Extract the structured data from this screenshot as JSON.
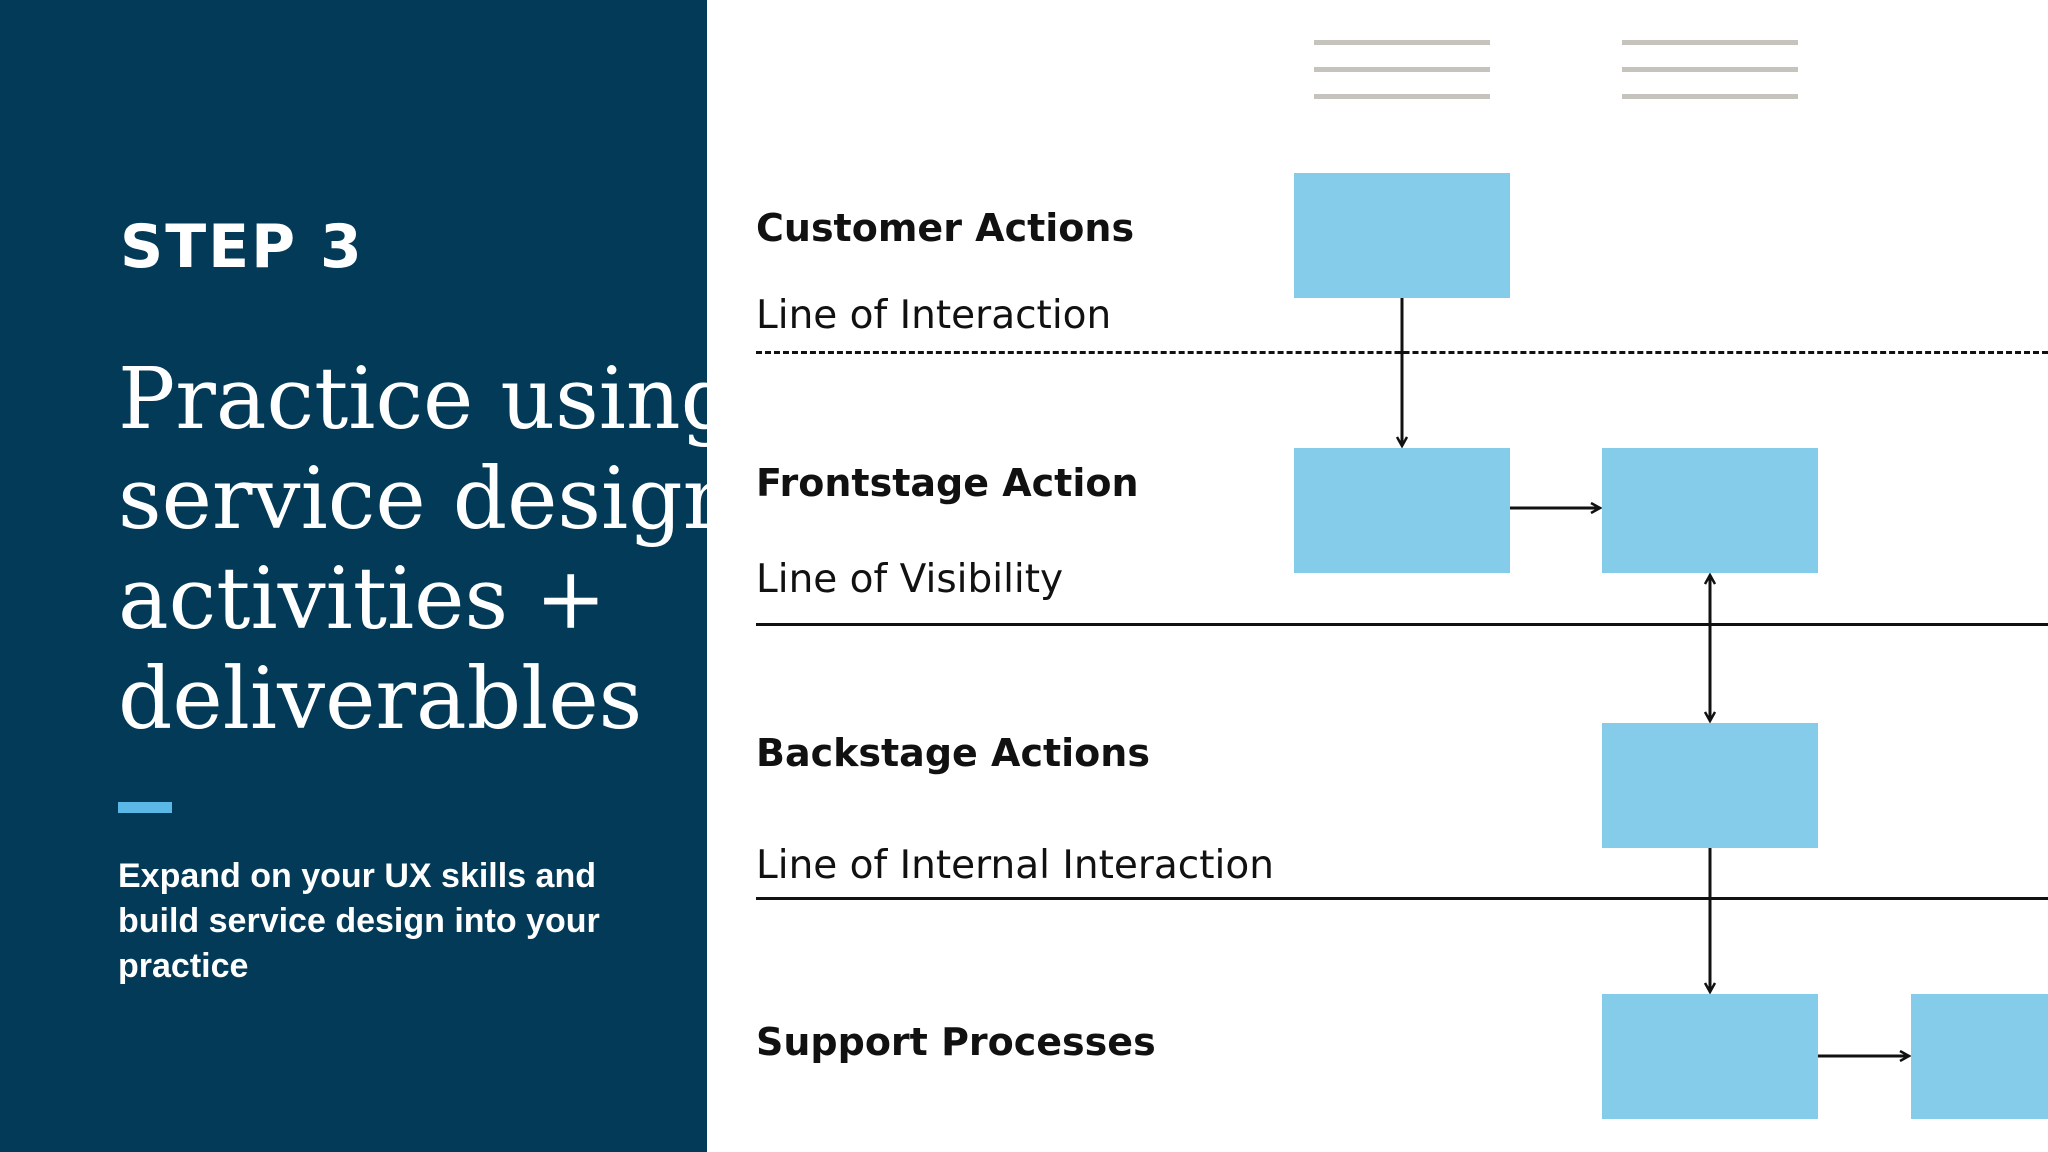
{
  "left_panel": {
    "step": "STEP 3",
    "headline_lines": [
      "Practice using",
      "service design",
      "activities +",
      "deliverables"
    ],
    "subtitle_lines": [
      "Expand on your UX skills and",
      "build service design into your",
      "practice"
    ]
  },
  "blueprint": {
    "lanes": {
      "customer_actions": "Customer Actions",
      "frontstage_action": "Frontstage Action",
      "backstage_actions": "Backstage Actions",
      "support_processes": "Support Processes"
    },
    "lines": {
      "interaction": "Line of Interaction",
      "visibility": "Line of Visibility",
      "internal_interaction": "Line of Internal Interaction"
    }
  },
  "colors": {
    "panel_background": "#023a57",
    "accent": "#5bb8e6",
    "box_fill": "#85cceb",
    "header_line": "#c6c3bd",
    "ink": "#111111"
  }
}
